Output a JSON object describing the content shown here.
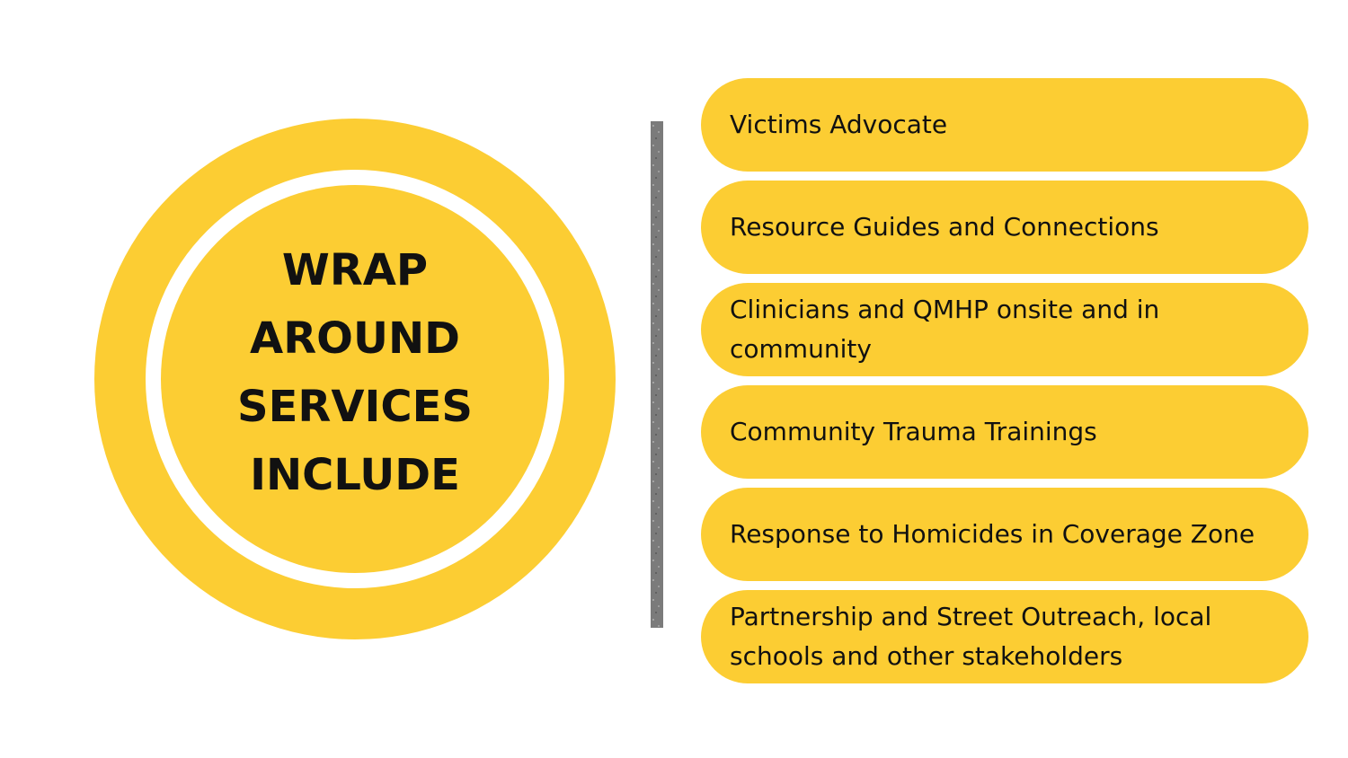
{
  "title_lines": [
    "WRAP",
    "AROUND",
    "SERVICES",
    "INCLUDE"
  ],
  "services": [
    "Victims Advocate",
    "Resource Guides and Connections",
    "Clinicians and QMHP onsite and in community",
    "Community Trauma Trainings",
    "Response to Homicides in Coverage Zone",
    "Partnership and Street Outreach, local schools and other stakeholders"
  ],
  "colors": {
    "accent": "#fccd33",
    "divider": "#7b7b7b",
    "text": "#111111",
    "background": "#ffffff"
  }
}
